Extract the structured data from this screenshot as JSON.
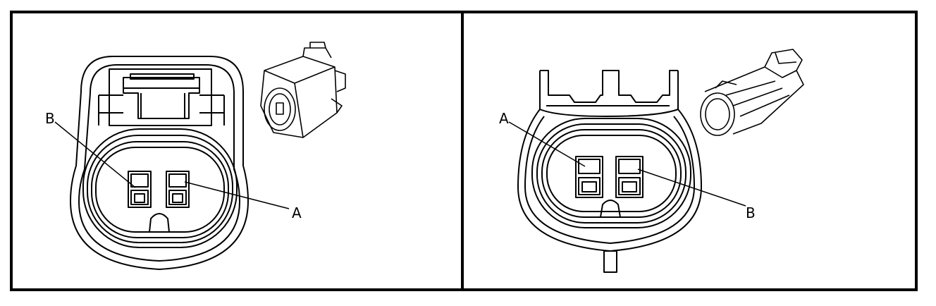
{
  "left_view": {
    "callouts": {
      "upper_left": "B",
      "lower_right": "A"
    }
  },
  "right_view": {
    "callouts": {
      "upper_left": "A",
      "lower_right": "B"
    }
  },
  "colors": {
    "ink": "#000000",
    "paper": "#ffffff"
  }
}
